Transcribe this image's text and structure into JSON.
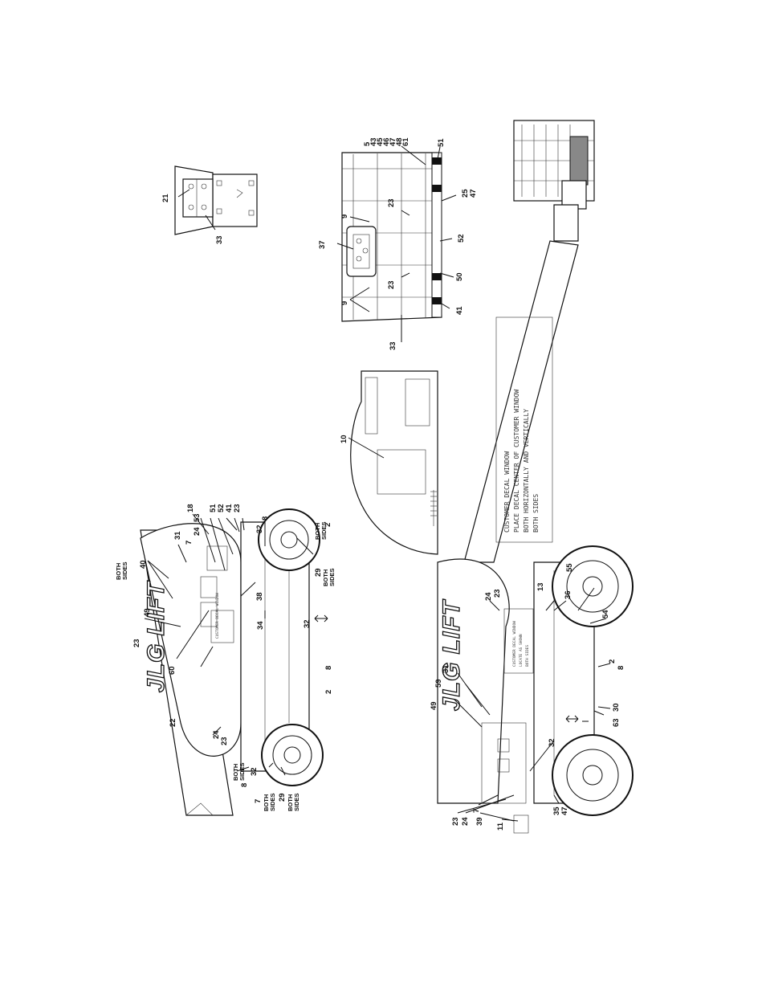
{
  "callouts": {
    "v1": {
      "c18": "18",
      "c24": "24",
      "c53": "53",
      "c51": "51",
      "c52": "52",
      "c41": "41",
      "c23a": "23",
      "c32a": "32",
      "c7a": "7",
      "c31": "31",
      "c40": "40",
      "c49": "49",
      "c23b": "23",
      "c60": "60",
      "c34": "34",
      "c38": "38",
      "c32b": "32",
      "c8a": "8",
      "c2a": "2",
      "c8b": "8",
      "c2b": "2",
      "c29a": "29",
      "c22": "22",
      "c24b": "24",
      "c23c": "23",
      "c32c": "32",
      "c8c": "8",
      "c7b": "7",
      "c29b": "29"
    },
    "v2": {
      "c10": "10"
    },
    "v3": {
      "c37": "37",
      "c9a": "9",
      "c23a": "23",
      "c23b": "23",
      "c9b": "9",
      "c33": "33",
      "c41": "41",
      "c50": "50",
      "c52": "52",
      "c25": "25",
      "c47": "47",
      "c51": "51",
      "stack": [
        "5",
        "43",
        "45",
        "46",
        "47",
        "48",
        "61"
      ]
    },
    "v4": {
      "c21": "21",
      "c33": "33"
    },
    "v5": {
      "c24": "24",
      "c13": "13",
      "c23a": "23",
      "c36": "36",
      "c55": "55",
      "c54": "54",
      "c31": "31",
      "c59": "59",
      "c49": "49",
      "c2": "2",
      "c8": "8",
      "c30": "30",
      "c63": "63",
      "c32": "32",
      "c7": "7",
      "c23b": "23",
      "c24b": "24",
      "c39": "39",
      "c11": "11",
      "c35": "35",
      "c47": "47"
    }
  },
  "notes": {
    "both_sides": "BOTH SIDES",
    "both": "BOTH",
    "sides": "SIDES"
  },
  "decals": {
    "logo": "JLG LIFT",
    "boom_window": [
      "CUSTOMER DECAL WINDOW",
      "PLACE DECAL CENTER OF CUSTOMER WINDOW",
      "BOTH HORIZONTALLY AND VERTICALLY",
      "BOTH SIDES"
    ],
    "chassis_window": [
      "CUSTOMER DECAL WINDOW",
      "LOCATE AS SHOWN",
      "BOTH SIDES"
    ]
  }
}
